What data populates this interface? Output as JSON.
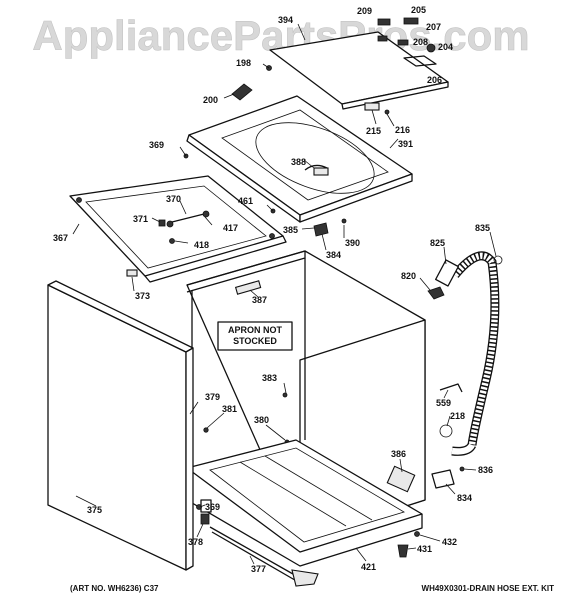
{
  "watermark": "AppliancePartsPros.com",
  "note_text": [
    "APRON NOT",
    "STOCKED"
  ],
  "footer": {
    "art_number": "(ART NO. WH6236) C37",
    "kit": "WH49X0301-DRAIN HOSE EXT. KIT"
  },
  "parts": {
    "p394": "394",
    "p209": "209",
    "p205": "205",
    "p207": "207",
    "p208": "208",
    "p204": "204",
    "p198": "198",
    "p206": "206",
    "p200": "200",
    "p215": "215",
    "p216": "216",
    "p391": "391",
    "p369a": "369",
    "p388": "388",
    "p370": "370",
    "p461": "461",
    "p371": "371",
    "p417": "417",
    "p367": "367",
    "p418": "418",
    "p385": "385",
    "p390": "390",
    "p384": "384",
    "p835": "835",
    "p825": "825",
    "p820": "820",
    "p373": "373",
    "p387": "387",
    "p383": "383",
    "p559": "559",
    "p379": "379",
    "p381": "381",
    "p218": "218",
    "p380": "380",
    "p386": "386",
    "p836": "836",
    "p834": "834",
    "p375": "375",
    "p369b": "369",
    "p378": "378",
    "p432": "432",
    "p431": "431",
    "p421": "421",
    "p377": "377"
  }
}
